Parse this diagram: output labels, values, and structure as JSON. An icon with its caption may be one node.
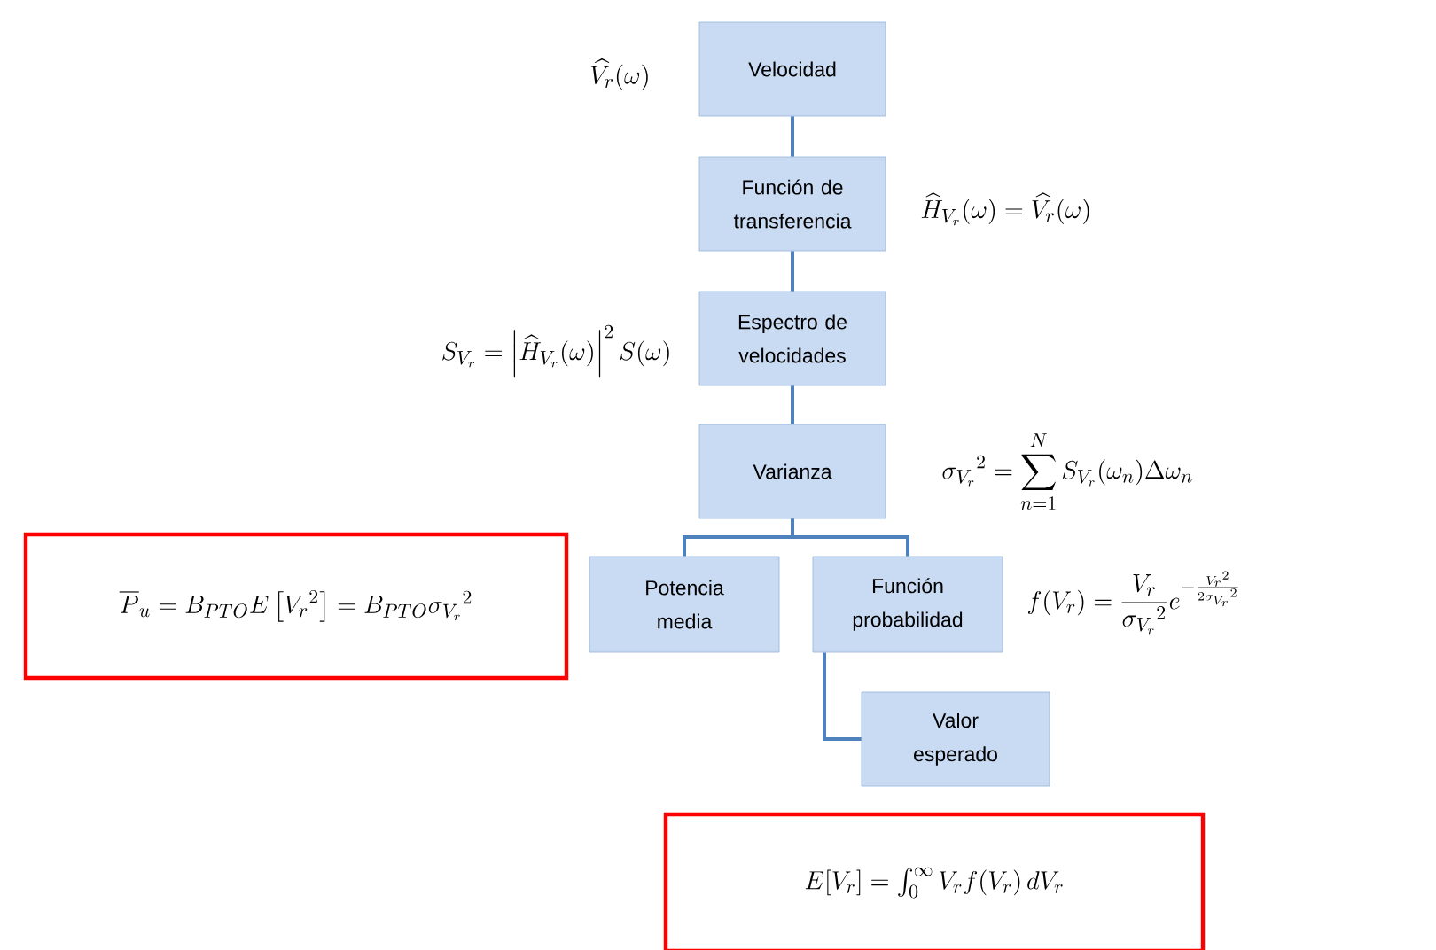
{
  "diagram": {
    "nodes": [
      {
        "text": [
          "Velocidad"
        ],
        "beside": [
          "\\widehat{V_r}(\\omega)"
        ]
      },
      {
        "text": [
          "Función de transferencia"
        ],
        "beside": [
          "\\widehat{H}_{V_r}(\\omega) = \\widehat{V_r}(\\omega)"
        ]
      },
      {
        "text": [
          "Espectro de velocidades"
        ],
        "beside": [
          "S_{V_r} = \\left|\\widehat{H}_{V_r}(\\omega)\\right|^2 S(\\omega)"
        ]
      },
      {
        "text": [
          "Varianza"
        ],
        "beside": [
          "{\\sigma_{V_r}}^2 = \\sum_{n=1}^{N} S_{V_r}(\\omega_n)\\Delta\\omega_n"
        ]
      },
      {
        "text": [
          "Potencia media"
        ]
      },
      {
        "text": [
          "Función probabilidad"
        ],
        "beside": [
          "f(V_r) = \\frac{V_r}{{\\sigma_{V_r}}^2} e^{-\\frac{{V_r}^2}{2{\\sigma_{V_r}}^2}}"
        ]
      },
      {
        "text": [
          "Valor esperado"
        ]
      },
      {
        "text": [
          "\\overline{P}_u = B_{PTO}E\\left[{V_r}^2\\right] = B_{PTO}{\\sigma_{V_r}}^2"
        ]
      },
      {
        "text": [
          "E[V_r] = \\int_0^\\infty V_r f(V_r)\\,dV_r"
        ]
      }
    ],
    "edges": [
      {
        "from": 0,
        "to": 1,
        "arrow": "none"
      },
      {
        "from": 1,
        "to": 2,
        "arrow": "none"
      },
      {
        "from": 2,
        "to": 3,
        "arrow": "none"
      },
      {
        "from": 3,
        "to": 4,
        "arrow": "none"
      },
      {
        "from": 3,
        "to": 5,
        "arrow": "none"
      },
      {
        "from": 5,
        "to": 6,
        "arrow": "none"
      }
    ]
  }
}
